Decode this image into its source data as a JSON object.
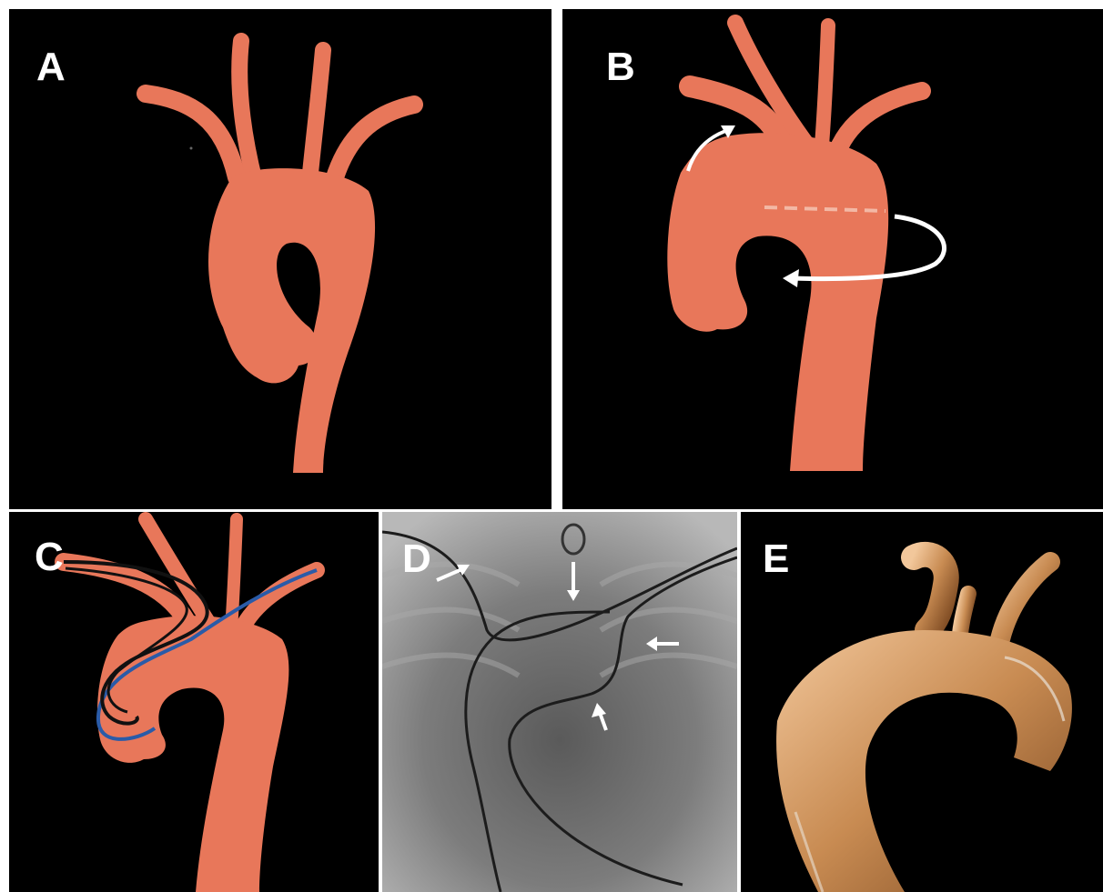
{
  "figure": {
    "panels": [
      {
        "id": "A",
        "label": "A"
      },
      {
        "id": "B",
        "label": "B"
      },
      {
        "id": "C",
        "label": "C"
      },
      {
        "id": "D",
        "label": "D"
      },
      {
        "id": "E",
        "label": "E"
      }
    ]
  },
  "colors": {
    "vessel": "#E8775A",
    "background": "#000000",
    "blue_wire": "#2A5BA8",
    "black_wire": "#111111",
    "arrow": "#ffffff"
  }
}
